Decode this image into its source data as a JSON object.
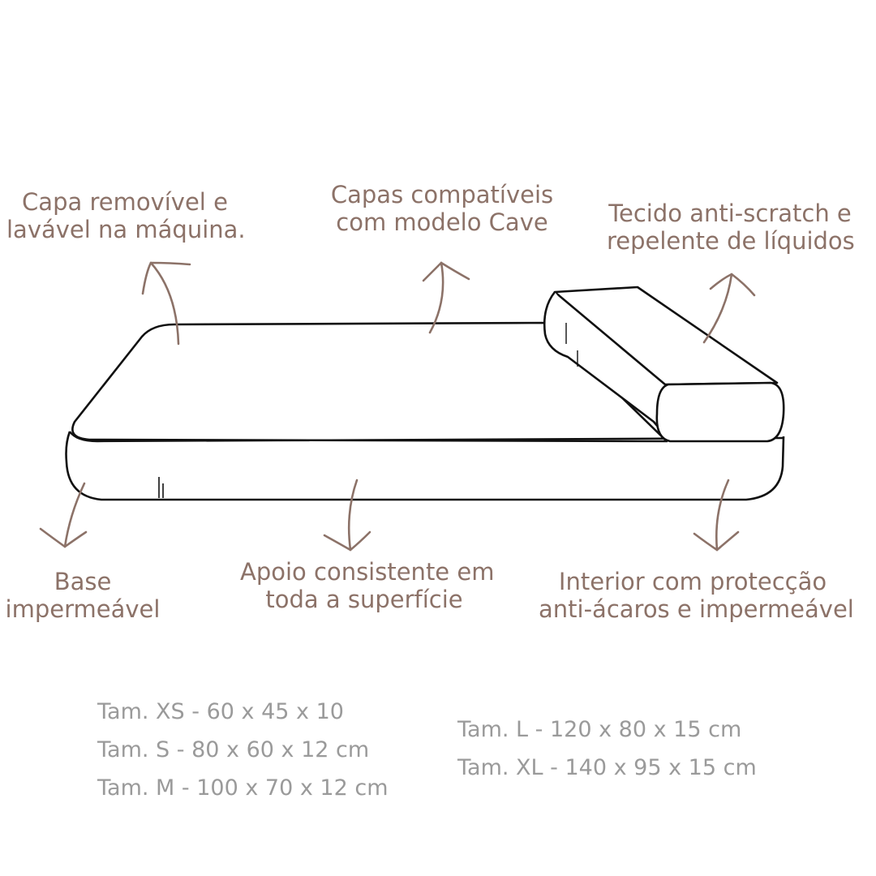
{
  "annotations": {
    "cover": [
      "Capa removível e",
      "lavável na máquina."
    ],
    "compatible": [
      "Capas compatíveis",
      "com modelo Cave"
    ],
    "fabric": [
      "Tecido anti-scratch e",
      "repelente de líquidos"
    ],
    "base": [
      "Base",
      "impermeável"
    ],
    "support": [
      "Apoio consistente em",
      "toda a superfície"
    ],
    "interior": [
      "Interior com protecção",
      "anti-ácaros e impermeável"
    ]
  },
  "sizes": {
    "left": [
      "Tam. XS - 60 x 45 x 10",
      "Tam. S - 80 x 60 x 12 cm",
      "Tam. M - 100 x 70 x  12 cm"
    ],
    "right": [
      "Tam. L - 120 x 80 x 15 cm",
      "Tam. XL - 140 x 95 x 15  cm"
    ]
  },
  "colors": {
    "annotation": "#8c7268",
    "sizes": "#9a9a9a",
    "outline": "#111111"
  }
}
